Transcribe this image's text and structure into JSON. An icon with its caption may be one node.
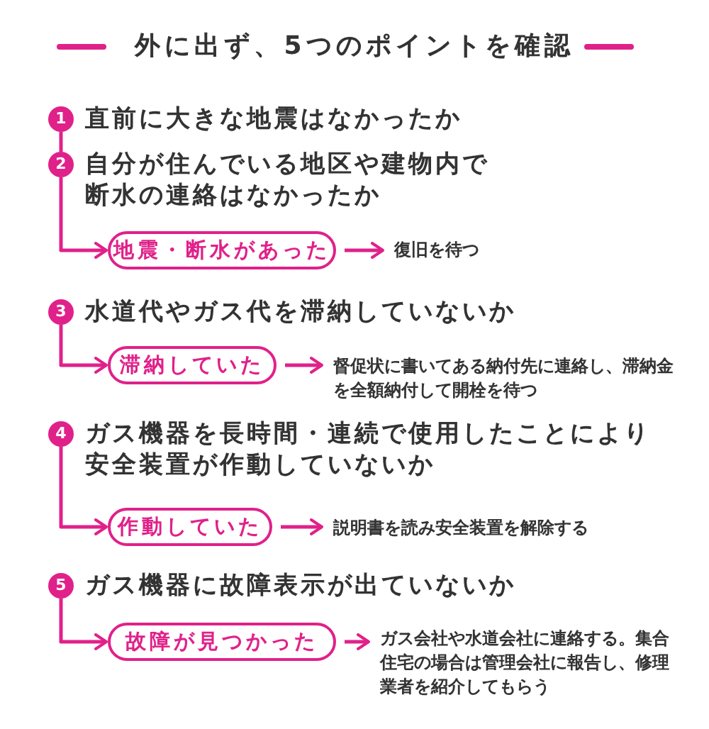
{
  "diagram": {
    "title": "外に出ず、5つのポイントを確認",
    "nodes": [
      {
        "text": [
          "1"
        ],
        "beside": [
          "直前に大きな地震はなかったか"
        ]
      },
      {
        "text": [
          "2"
        ],
        "beside": [
          "自分が住んでいる地区や建物内で断水の連絡はなかったか"
        ]
      },
      {
        "text": [
          "地震・断水があった"
        ]
      },
      {
        "text": [
          "復旧を待つ"
        ]
      },
      {
        "text": [
          "3"
        ],
        "beside": [
          "水道代やガス代を滞納していないか"
        ]
      },
      {
        "text": [
          "滞納していた"
        ]
      },
      {
        "text": [
          "督促状に書いてある納付先に連絡し、滞納金を全額納付して開栓を待つ"
        ]
      },
      {
        "text": [
          "4"
        ],
        "beside": [
          "ガス機器を長時間・連続で使用したことにより安全装置が作動していないか"
        ]
      },
      {
        "text": [
          "作動していた"
        ]
      },
      {
        "text": [
          "説明書を読み安全装置を解除する"
        ]
      },
      {
        "text": [
          "5"
        ],
        "beside": [
          "ガス機器に故障表示が出ていないか"
        ]
      },
      {
        "text": [
          "故障が見つかった"
        ]
      },
      {
        "text": [
          "ガス会社や水道会社に連絡する。集合住宅の場合は管理会社に報告し、修理業者を紹介してもらう"
        ]
      }
    ],
    "edges": [
      {
        "from": 0,
        "to": 1,
        "arrow": "none"
      },
      {
        "from": 1,
        "to": 2,
        "arrow": "to"
      },
      {
        "from": 2,
        "to": 3,
        "arrow": "to"
      },
      {
        "from": 4,
        "to": 5,
        "arrow": "to"
      },
      {
        "from": 5,
        "to": 6,
        "arrow": "to"
      },
      {
        "from": 7,
        "to": 8,
        "arrow": "to"
      },
      {
        "from": 8,
        "to": 9,
        "arrow": "to"
      },
      {
        "from": 10,
        "to": 11,
        "arrow": "to"
      },
      {
        "from": 11,
        "to": 12,
        "arrow": "to"
      }
    ]
  }
}
